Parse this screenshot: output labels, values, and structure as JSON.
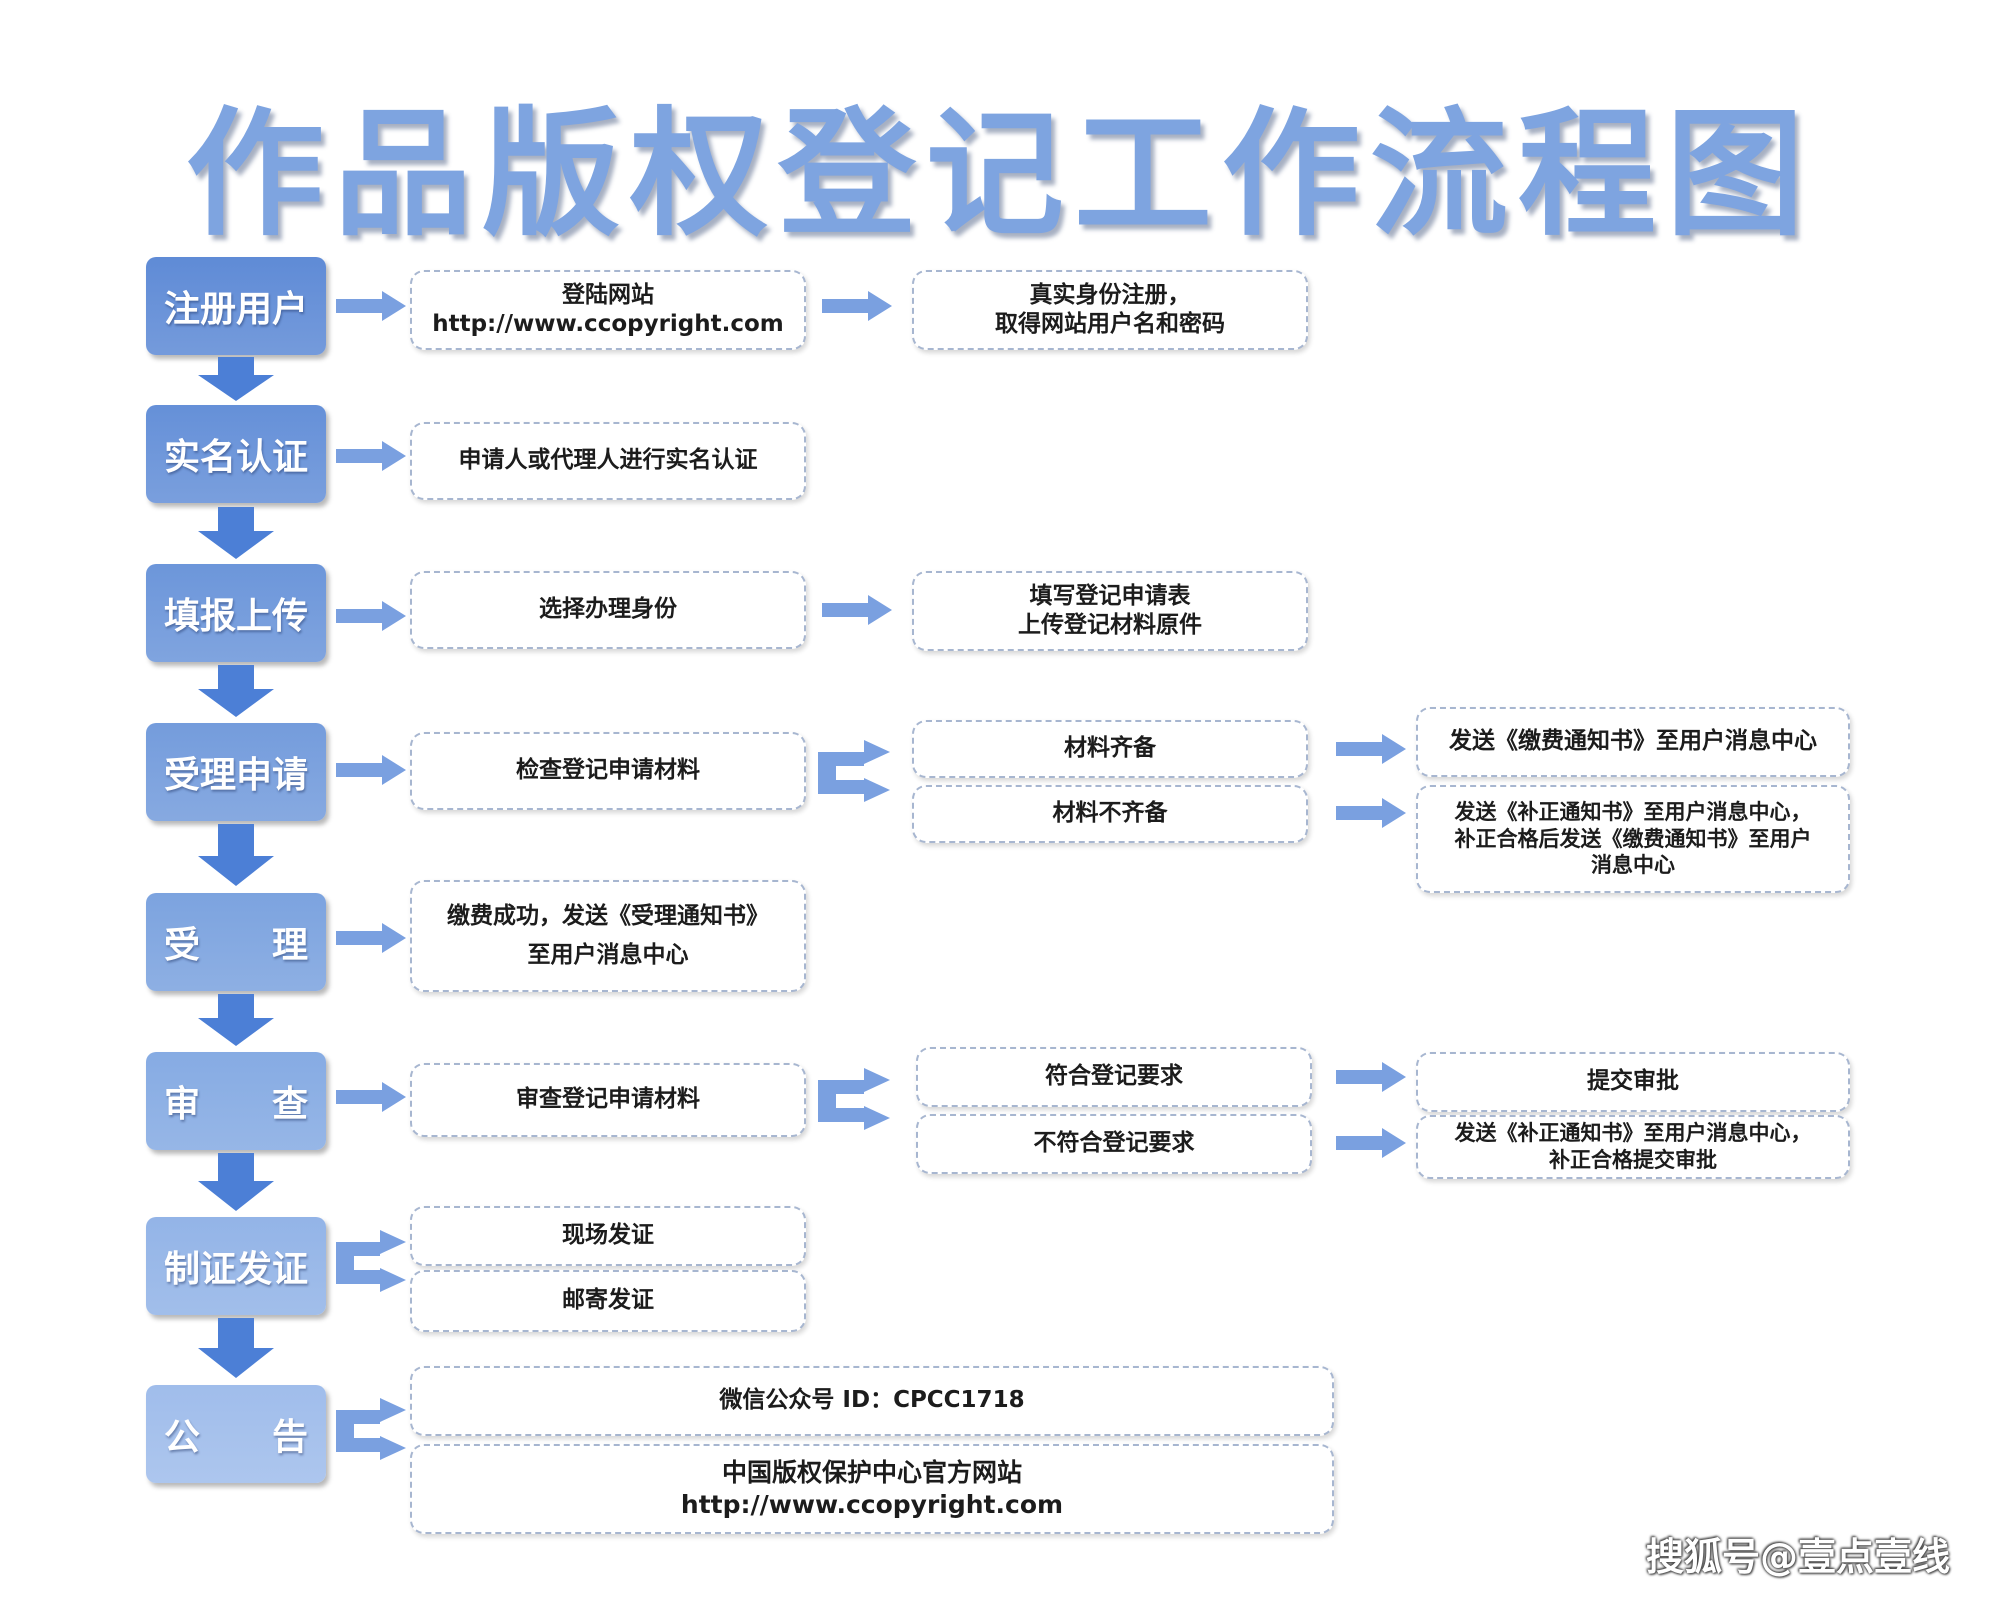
{
  "title": "作品版权登记工作流程图",
  "colors": {
    "step_top": "#5f8bd6",
    "step_bottom": "#a6c0ee",
    "arrow": "#7aa0e0",
    "down_arrow": "#4c7fd6"
  },
  "steps": [
    {
      "label": "注册用户",
      "color": "#5f8bd6"
    },
    {
      "label": "实名认证",
      "color": "#6590d8"
    },
    {
      "label": "填报上传",
      "color": "#6c96da"
    },
    {
      "label": "受理申请",
      "color": "#749cdc"
    },
    {
      "label": "受　　理",
      "color": "#7ca3df"
    },
    {
      "label": "审　　查",
      "color": "#86abe3"
    },
    {
      "label": "制证发证",
      "color": "#93b4e7"
    },
    {
      "label": "公　　告",
      "color": "#a0bdeb"
    }
  ],
  "boxes": {
    "login": "登陆网站\nhttp://www.ccopyright.com",
    "register": "真实身份注册，\n取得网站用户名和密码",
    "realname": "申请人或代理人进行实名认证",
    "choose_identity": "选择办理身份",
    "fill_form": "填写登记申请表\n上传登记材料原件",
    "check_materials": "检查登记申请材料",
    "materials_complete": "材料齐备",
    "materials_incomplete": "材料不齐备",
    "send_fee_notice": "发送《缴费通知书》至用户消息中心",
    "send_correction_notice": "发送《补正通知书》至用户消息中心，\n补正合格后发送《缴费通知书》至用户\n消息中心",
    "payment_success": "缴费成功，发送《受理通知书》\n至用户消息中心",
    "review_materials": "审查登记申请材料",
    "meets_requirements": "符合登记要求",
    "not_meets_requirements": "不符合登记要求",
    "submit_approval": "提交审批",
    "correction_then_submit": "发送《补正通知书》至用户消息中心，\n补正合格提交审批",
    "onsite_issue": "现场发证",
    "mail_issue": "邮寄发证",
    "wechat": "微信公众号 ID：CPCC1718",
    "official_site": "中国版权保护中心官方网站\nhttp://www.ccopyright.com"
  },
  "watermark": "搜狐号@壹点壹线"
}
